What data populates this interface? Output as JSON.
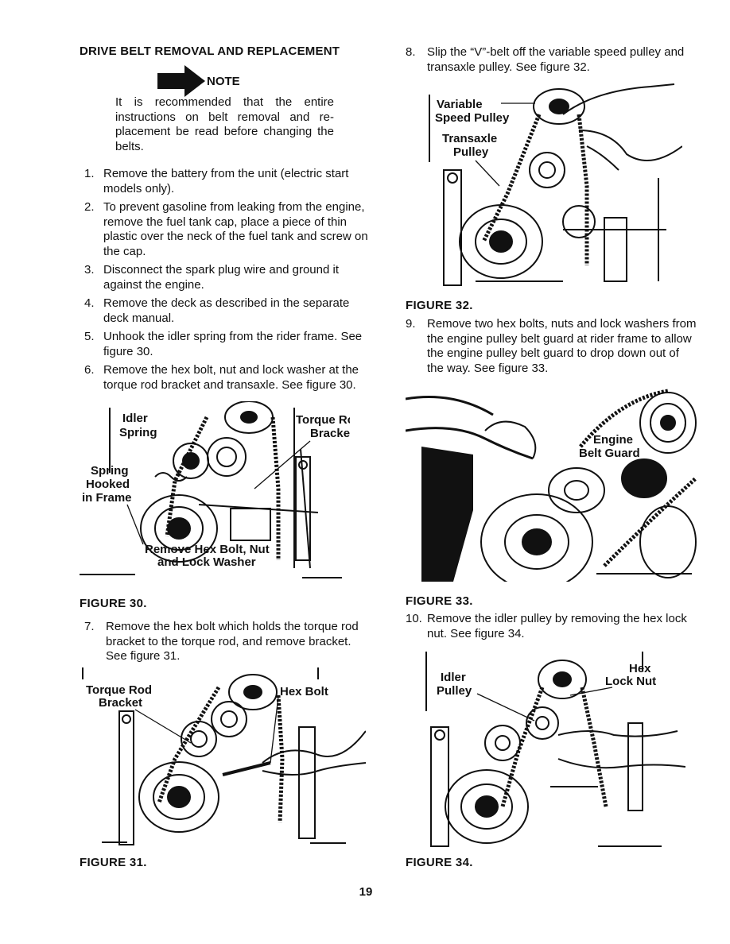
{
  "heading": "DRIVE BELT REMOVAL AND REPLACEMENT",
  "note": {
    "label": "NOTE",
    "text": "It is recommended that the entire instructions on belt removal and re-placement be read before changing the belts."
  },
  "steps_left": [
    {
      "num": "1.",
      "text": "Remove the battery from the unit (electric start models only)."
    },
    {
      "num": "2.",
      "text": "To prevent gasoline from leaking from the engine, remove the fuel tank cap, place a piece of thin plastic over the neck of the fuel tank and screw on the cap."
    },
    {
      "num": "3.",
      "text": "Disconnect the spark plug wire and ground it against the engine."
    },
    {
      "num": "4.",
      "text": "Remove the deck as described in the separate deck manual."
    },
    {
      "num": "5.",
      "text": "Unhook the idler spring from the rider frame. See figure 30."
    },
    {
      "num": "6.",
      "text": "Remove the hex bolt, nut and lock washer at the torque rod bracket and transaxle. See figure 30."
    }
  ],
  "figure30": {
    "caption": "FIGURE 30.",
    "labels": {
      "idler": "Idler",
      "spring": "Spring",
      "torque": "Torque Rod",
      "bracket": "Bracket",
      "spring_hooked_1": "Spring",
      "spring_hooked_2": "Hooked",
      "spring_hooked_3": "in Frame",
      "remove1": "Remove Hex Bolt, Nut",
      "remove2": "and Lock Washer"
    }
  },
  "step7": {
    "num": "7.",
    "text": "Remove the hex bolt which holds the torque rod bracket to the torque rod, and remove bracket. See figure 31."
  },
  "figure31": {
    "caption": "FIGURE 31.",
    "labels": {
      "torque": "Torque Rod",
      "bracket": "Bracket",
      "hexbolt": "Hex Bolt"
    }
  },
  "step8": {
    "num": "8.",
    "text": "Slip the “V”-belt off the variable speed pulley and transaxle pulley. See figure 32."
  },
  "figure32": {
    "caption": "FIGURE 32.",
    "labels": {
      "variable": "Variable",
      "speed_pulley": "Speed Pulley",
      "transaxle": "Transaxle",
      "pulley": "Pulley"
    }
  },
  "step9": {
    "num": "9.",
    "text": "Remove two hex bolts, nuts and lock washers from the engine pulley belt guard at rider frame to allow the engine pulley belt guard to drop down out of the way. See figure 33."
  },
  "figure33": {
    "caption": "FIGURE 33.",
    "labels": {
      "engine": "Engine",
      "belt_guard": "Belt Guard"
    }
  },
  "step10": {
    "num": "10.",
    "text": "Remove the idler pulley by removing the hex lock nut. See figure 34."
  },
  "figure34": {
    "caption": "FIGURE 34.",
    "labels": {
      "idler": "Idler",
      "pulley": "Pulley",
      "hex": "Hex",
      "lock_nut": "Lock Nut"
    }
  },
  "page_number": "19"
}
